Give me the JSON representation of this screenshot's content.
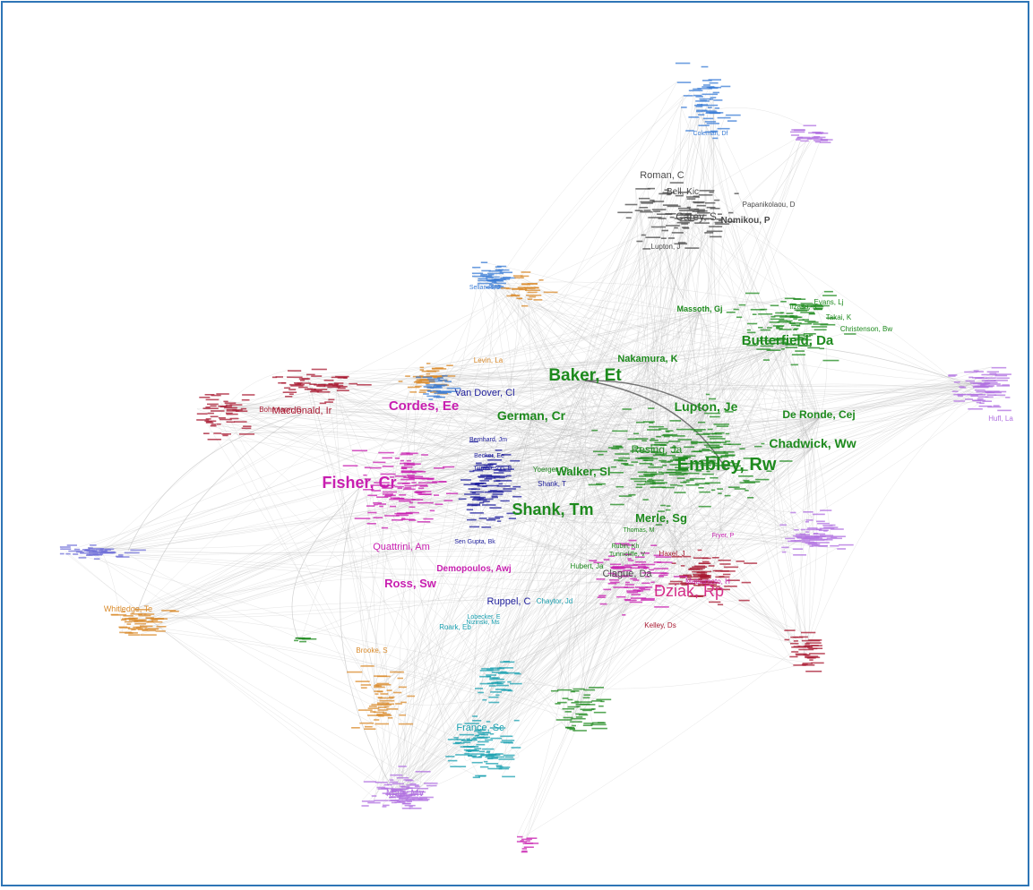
{
  "colors": {
    "frame": "#2e75b6",
    "edge": "#b4b4b4",
    "green": "#1d8a1d",
    "magenta": "#c81fb0",
    "red": "#a81830",
    "gray": "#4a4a4a",
    "navy": "#1e1e9c",
    "orange": "#d98a2a",
    "teal": "#1aa0b0",
    "blue": "#3a7cd6",
    "lavender": "#b070e0",
    "pink": "#d62f8a",
    "periwinkle": "#7070d8"
  },
  "network": {
    "labels": [
      {
        "text": "Baker, Et",
        "color": "green"
      },
      {
        "text": "Embley, Rw",
        "color": "green"
      },
      {
        "text": "Butterfield, Da",
        "color": "green"
      },
      {
        "text": "Lupton, Je",
        "color": "green"
      },
      {
        "text": "German, Cr",
        "color": "green"
      },
      {
        "text": "Shank, Tm",
        "color": "green"
      },
      {
        "text": "Chadwick, Ww",
        "color": "green"
      },
      {
        "text": "De Ronde, Cej",
        "color": "green"
      },
      {
        "text": "Merle, Sg",
        "color": "green"
      },
      {
        "text": "Walker, Sl",
        "color": "green"
      },
      {
        "text": "Resing, Ja",
        "color": "green"
      },
      {
        "text": "Nakamura, K",
        "color": "green"
      },
      {
        "text": "Massoth, Gj",
        "color": "green"
      },
      {
        "text": "Clague, Da",
        "color": "gray"
      },
      {
        "text": "Fisher, Cr",
        "color": "magenta"
      },
      {
        "text": "Cordes, Ee",
        "color": "magenta"
      },
      {
        "text": "Ross, Sw",
        "color": "magenta"
      },
      {
        "text": "Quattrini, Am",
        "color": "magenta"
      },
      {
        "text": "Demopoulos, Awj",
        "color": "magenta"
      },
      {
        "text": "Dziak, Rp",
        "color": "pink"
      },
      {
        "text": "Macdonald, Ir",
        "color": "red"
      },
      {
        "text": "Van Dover, Cl",
        "color": "navy"
      },
      {
        "text": "Ruppel, C",
        "color": "navy"
      },
      {
        "text": "Roman, C",
        "color": "gray"
      },
      {
        "text": "Bell, Kic",
        "color": "gray"
      },
      {
        "text": "Carey, S",
        "color": "gray"
      },
      {
        "text": "Nomikou, P",
        "color": "gray"
      },
      {
        "text": "Lupton, J",
        "color": "gray"
      },
      {
        "text": "Whitledge, Te",
        "color": "orange"
      },
      {
        "text": "France, Sc",
        "color": "teal"
      },
      {
        "text": "Roark, Eb",
        "color": "teal"
      },
      {
        "text": "Mah, Mv",
        "color": "lavender"
      },
      {
        "text": "Sellanes, J",
        "color": "blue"
      },
      {
        "text": "Levin, La",
        "color": "orange"
      },
      {
        "text": "Hufl, La",
        "color": "lavender"
      },
      {
        "text": "Hubert, Ja",
        "color": "green"
      },
      {
        "text": "Thomas, M",
        "color": "green"
      },
      {
        "text": "Rubin, Kh",
        "color": "green"
      },
      {
        "text": "Tunnicliffe, V",
        "color": "green"
      },
      {
        "text": "Kelley, Ds",
        "color": "red"
      },
      {
        "text": "Matsumoto, H",
        "color": "magenta"
      },
      {
        "text": "Haxel, J",
        "color": "red"
      },
      {
        "text": "Evans, Lj",
        "color": "green"
      },
      {
        "text": "Christenson, Bw",
        "color": "green"
      },
      {
        "text": "Iizasa, K",
        "color": "green"
      },
      {
        "text": "Takai, K",
        "color": "green"
      },
      {
        "text": "Brooke, S",
        "color": "orange"
      },
      {
        "text": "Chaytor, Jd",
        "color": "teal"
      },
      {
        "text": "Lobecker, E",
        "color": "teal"
      },
      {
        "text": "Nizinski, Ms",
        "color": "teal"
      },
      {
        "text": "Coleman, Df",
        "color": "blue"
      },
      {
        "text": "Papanikolaou, D",
        "color": "gray"
      },
      {
        "text": "Yoerger, Dr",
        "color": "green"
      },
      {
        "text": "Tumbleson, B",
        "color": "navy"
      },
      {
        "text": "Shank, T",
        "color": "navy"
      },
      {
        "text": "Bernhard, Jm",
        "color": "navy"
      },
      {
        "text": "Becker, Ee",
        "color": "navy"
      },
      {
        "text": "Bohrmann, G",
        "color": "red"
      },
      {
        "text": "Fryer, P",
        "color": "magenta"
      },
      {
        "text": "Sen Gupta, Bk",
        "color": "navy"
      }
    ]
  }
}
